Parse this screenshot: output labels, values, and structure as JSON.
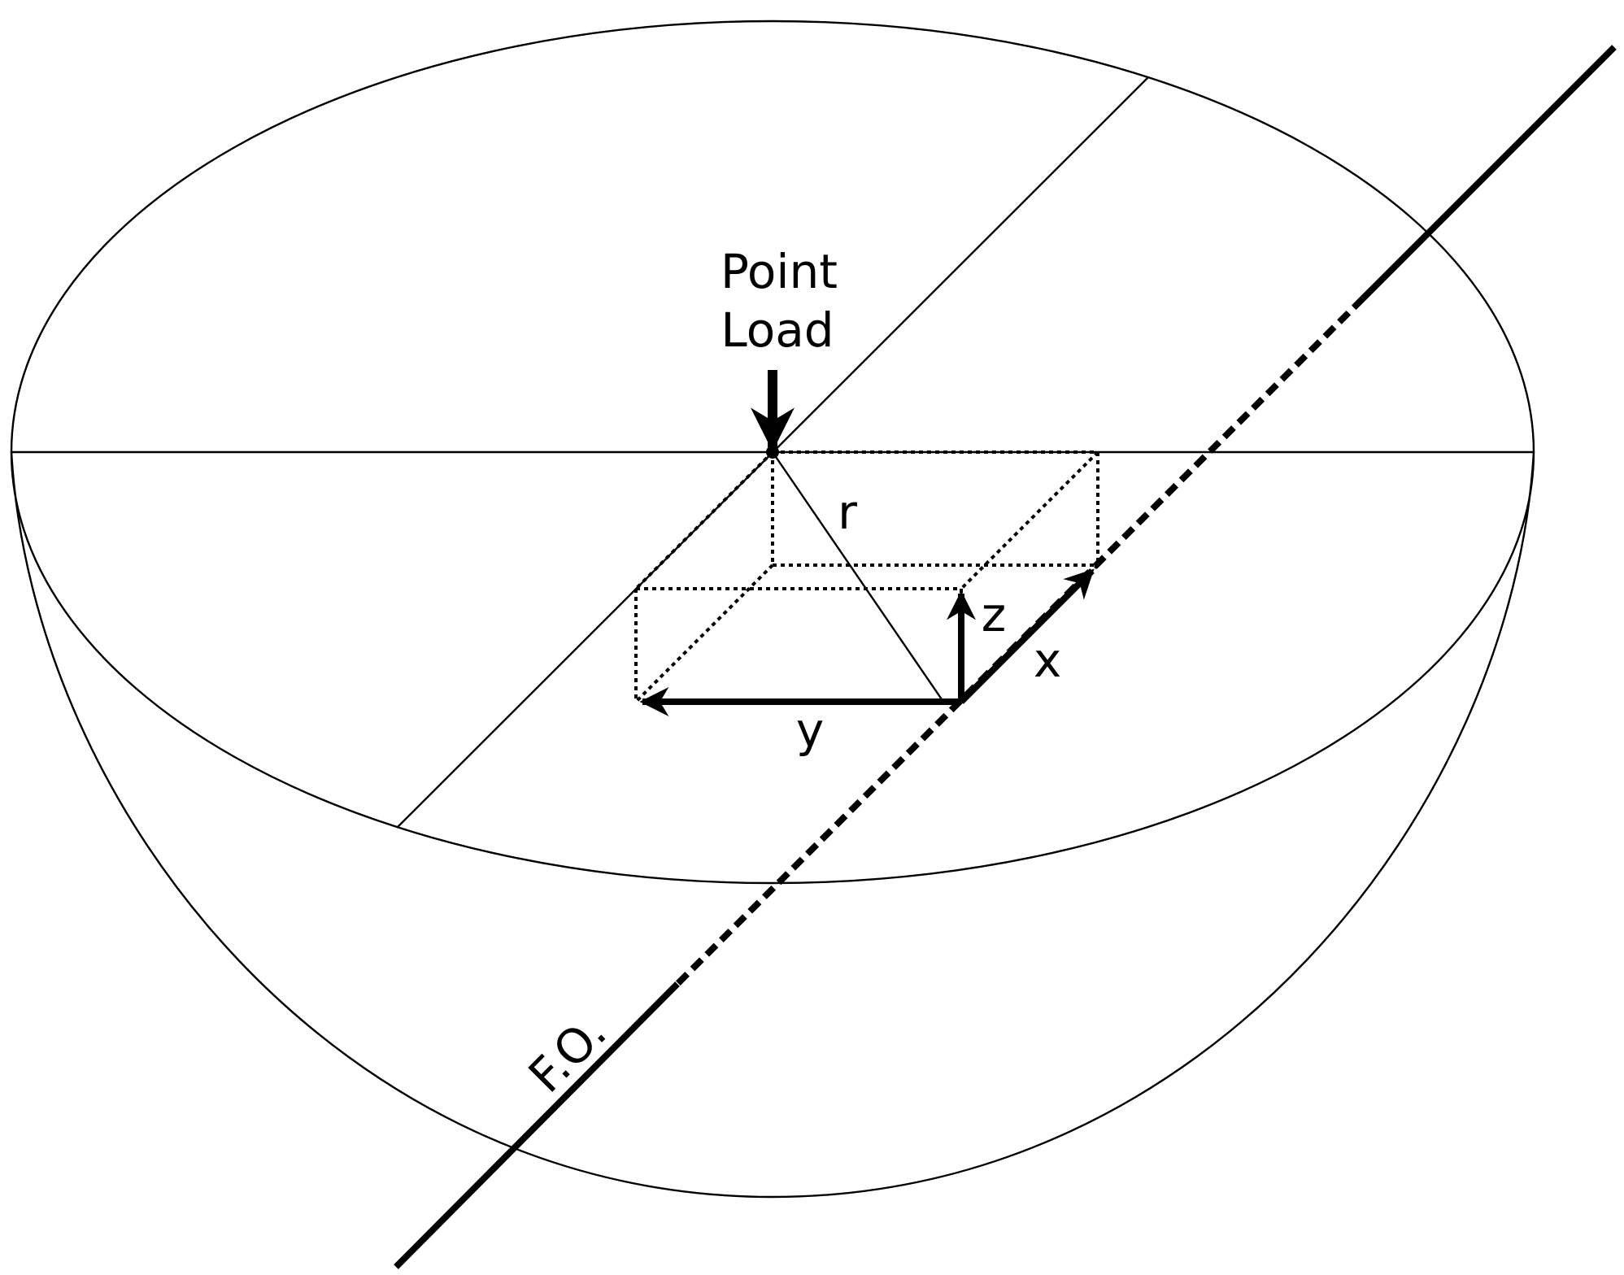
{
  "labels": {
    "point_load_line1": "Point",
    "point_load_line2": "Load",
    "r": "r",
    "z": "z",
    "x": "x",
    "y": "y",
    "fo": "F.O."
  },
  "colors": {
    "stroke": "#000000",
    "background": "#ffffff"
  }
}
